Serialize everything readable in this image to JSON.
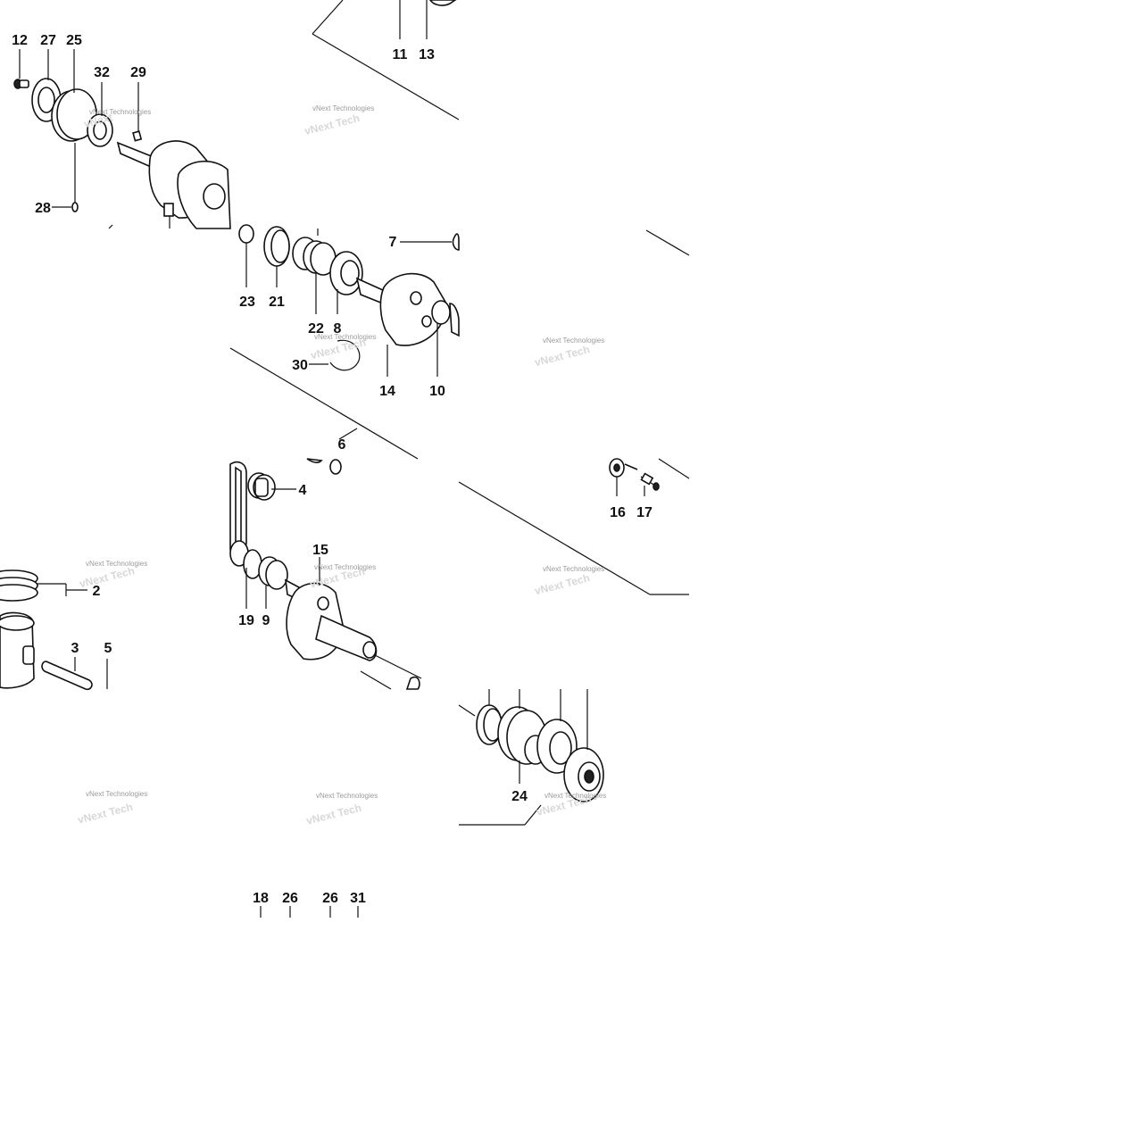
{
  "diagram": {
    "watermark": "vNext Technologies",
    "callouts": [
      {
        "id": "c12",
        "label": "12"
      },
      {
        "id": "c27",
        "label": "27"
      },
      {
        "id": "c25",
        "label": "25"
      },
      {
        "id": "c32",
        "label": "32"
      },
      {
        "id": "c29",
        "label": "29"
      },
      {
        "id": "c28",
        "label": "28"
      },
      {
        "id": "c11",
        "label": "11"
      },
      {
        "id": "c13",
        "label": "13"
      },
      {
        "id": "c7",
        "label": "7"
      },
      {
        "id": "c23",
        "label": "23"
      },
      {
        "id": "c21",
        "label": "21"
      },
      {
        "id": "c22",
        "label": "22"
      },
      {
        "id": "c8",
        "label": "8"
      },
      {
        "id": "c30",
        "label": "30"
      },
      {
        "id": "c14",
        "label": "14"
      },
      {
        "id": "c10",
        "label": "10"
      },
      {
        "id": "c6",
        "label": "6"
      },
      {
        "id": "c4",
        "label": "4"
      },
      {
        "id": "c16",
        "label": "16"
      },
      {
        "id": "c17",
        "label": "17"
      },
      {
        "id": "c2",
        "label": "2"
      },
      {
        "id": "c15",
        "label": "15"
      },
      {
        "id": "c19",
        "label": "19"
      },
      {
        "id": "c9",
        "label": "9"
      },
      {
        "id": "c3",
        "label": "3"
      },
      {
        "id": "c5",
        "label": "5"
      },
      {
        "id": "c24",
        "label": "24"
      },
      {
        "id": "c18",
        "label": "18"
      },
      {
        "id": "c26a",
        "label": "26"
      },
      {
        "id": "c26b",
        "label": "26"
      },
      {
        "id": "c31",
        "label": "31"
      }
    ]
  }
}
